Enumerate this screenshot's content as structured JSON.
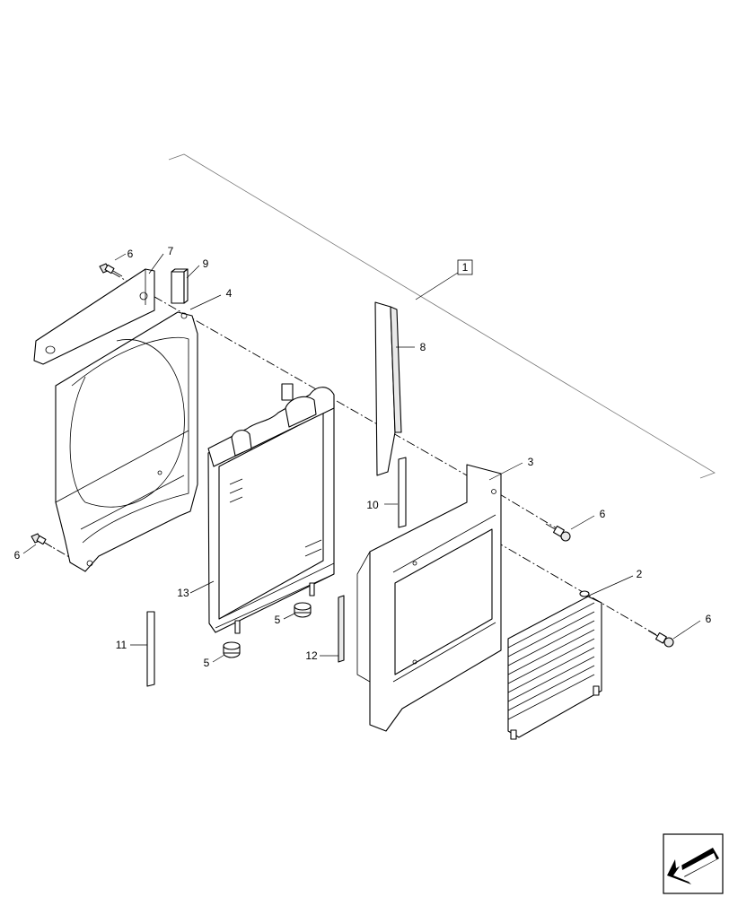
{
  "callouts": {
    "c1": "1",
    "c2": "2",
    "c3": "3",
    "c4": "4",
    "c5a": "5",
    "c5b": "5",
    "c6a": "6",
    "c6b": "6",
    "c6c": "6",
    "c6d": "6",
    "c7": "7",
    "c8": "8",
    "c9": "9",
    "c10": "10",
    "c11": "11",
    "c12": "12",
    "c13": "13"
  },
  "icons": {
    "nav": "next-page-arrow-icon"
  }
}
